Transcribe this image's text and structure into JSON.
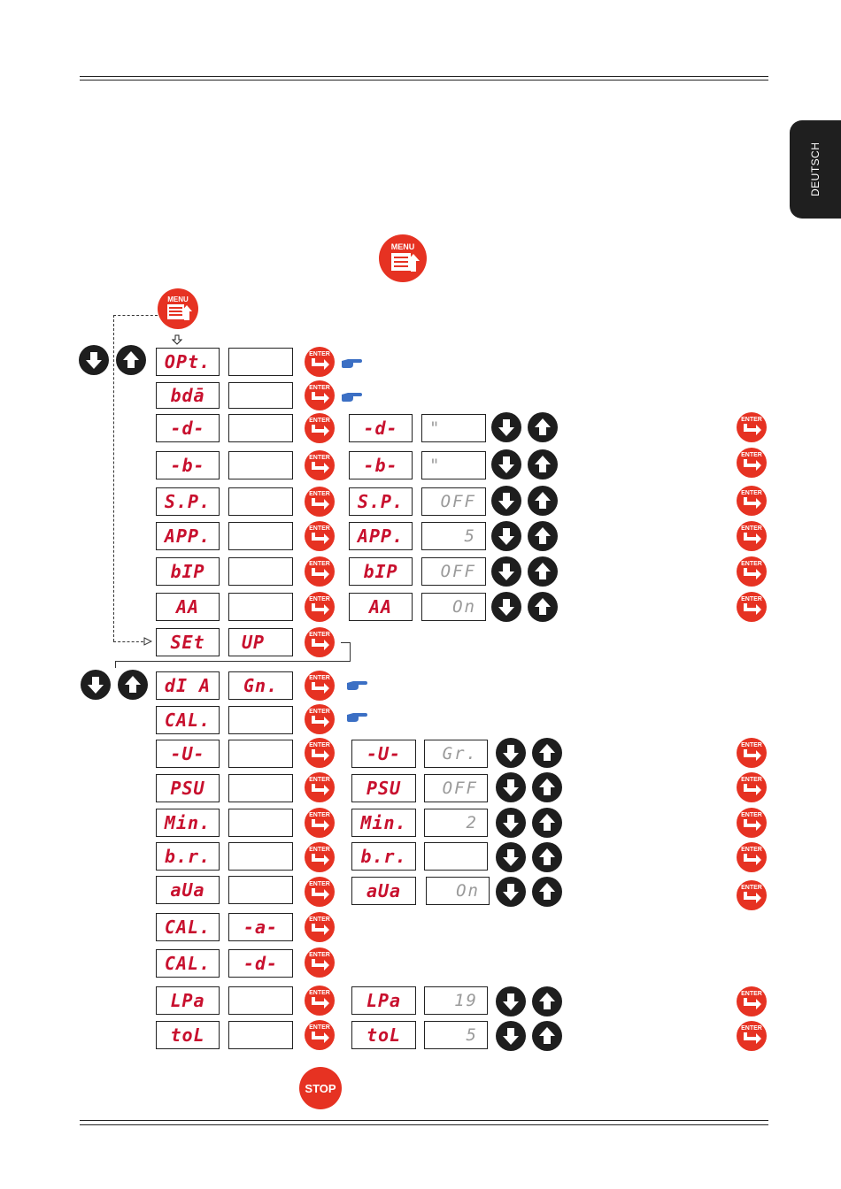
{
  "side_tab": {
    "label": "DEUTSCH"
  },
  "icons": {
    "menu_label": "MENU",
    "enter_label": "ENTER",
    "stop_label": "STOP"
  },
  "menu_options": {
    "rows": [
      {
        "code": "OPt.",
        "sub": "",
        "value_code": "",
        "value": ""
      },
      {
        "code": "bdā",
        "sub": "",
        "value_code": "",
        "value": ""
      },
      {
        "code": "-d-",
        "sub": "",
        "value_code": "-d-",
        "value": "\""
      },
      {
        "code": "-b-",
        "sub": "",
        "value_code": "-b-",
        "value": "\""
      },
      {
        "code": "S.P.",
        "sub": "",
        "value_code": "S.P.",
        "value": "OFF"
      },
      {
        "code": "APP.",
        "sub": "",
        "value_code": "APP.",
        "value": "5"
      },
      {
        "code": "bIP",
        "sub": "",
        "value_code": "bIP",
        "value": "OFF"
      },
      {
        "code": "AA",
        "sub": "",
        "value_code": "AA",
        "value": "On"
      },
      {
        "code": "SEt",
        "sub": "UP",
        "value_code": "",
        "value": ""
      }
    ]
  },
  "setup": {
    "rows": [
      {
        "code": "dI A",
        "sub": "Gn.",
        "value_code": "",
        "value": ""
      },
      {
        "code": "CAL.",
        "sub": "",
        "value_code": "",
        "value": ""
      },
      {
        "code": "-U-",
        "sub": "",
        "value_code": "-U-",
        "value": "Gr."
      },
      {
        "code": "PSU",
        "sub": "",
        "value_code": "PSU",
        "value": "OFF"
      },
      {
        "code": "Min.",
        "sub": "",
        "value_code": "Min.",
        "value": "2"
      },
      {
        "code": "b.r.",
        "sub": "",
        "value_code": "b.r.",
        "value": ""
      },
      {
        "code": "aUa",
        "sub": "",
        "value_code": "aUa",
        "value": "On"
      },
      {
        "code": "CAL.",
        "sub": "-a-",
        "value_code": "",
        "value": ""
      },
      {
        "code": "CAL.",
        "sub": "-d-",
        "value_code": "",
        "value": ""
      },
      {
        "code": "LPa",
        "sub": "",
        "value_code": "LPa",
        "value": "19"
      },
      {
        "code": "toL",
        "sub": "",
        "value_code": "toL",
        "value": "5"
      }
    ]
  },
  "colors": {
    "accent_red": "#e63222",
    "display_red": "#c8102e",
    "hand_blue": "#3b6fc4"
  }
}
